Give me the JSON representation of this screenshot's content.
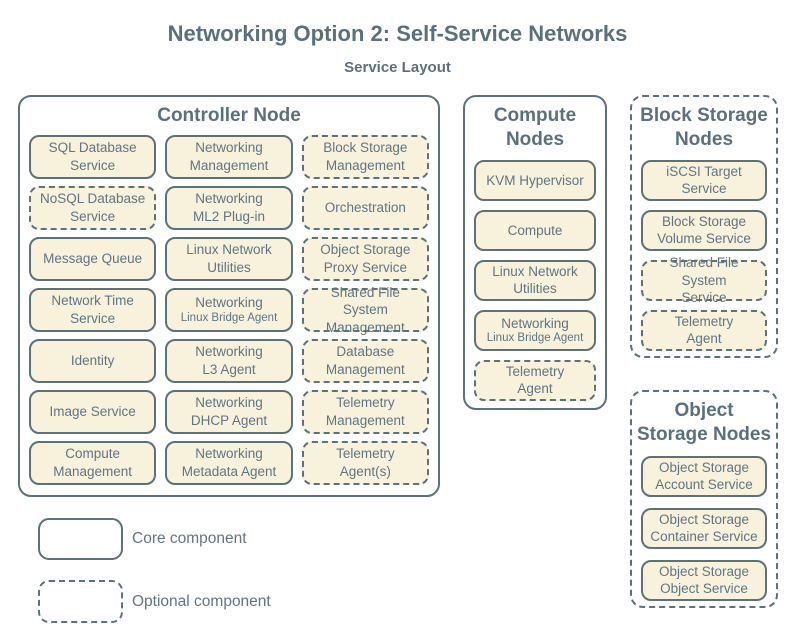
{
  "title": "Networking Option 2: Self-Service Networks",
  "subtitle": "Service Layout",
  "colors": {
    "border": "#5c7278",
    "box_fill": "#f8f1db",
    "text": "#5f7585",
    "heading": "#5b707d",
    "background": "#ffffff"
  },
  "legend": {
    "core_label": "Core component",
    "optional_label": "Optional component"
  },
  "groups": [
    {
      "name": "controller-node",
      "label": "Controller Node",
      "optional": false,
      "columns": 3,
      "services": [
        {
          "label": "SQL Database\nService",
          "optional": false
        },
        {
          "label": "Networking\nManagement",
          "optional": false
        },
        {
          "label": "Block Storage\nManagement",
          "optional": true
        },
        {
          "label": "NoSQL Database\nService",
          "optional": true
        },
        {
          "label": "Networking\nML2 Plug-in",
          "optional": false
        },
        {
          "label": "Orchestration",
          "optional": true
        },
        {
          "label": "Message Queue",
          "optional": false
        },
        {
          "label": "Linux Network\nUtilities",
          "optional": false
        },
        {
          "label": "Object Storage\nProxy Service",
          "optional": true
        },
        {
          "label": "Network Time\nService",
          "optional": false
        },
        {
          "label": "Networking",
          "sublabel": "Linux Bridge Agent",
          "optional": false
        },
        {
          "label": "Shared File System\nManagement",
          "optional": true
        },
        {
          "label": "Identity",
          "optional": false
        },
        {
          "label": "Networking\nL3 Agent",
          "optional": false
        },
        {
          "label": "Database\nManagement",
          "optional": true
        },
        {
          "label": "Image Service",
          "optional": false
        },
        {
          "label": "Networking\nDHCP Agent",
          "optional": false
        },
        {
          "label": "Telemetry\nManagement",
          "optional": true
        },
        {
          "label": "Compute\nManagement",
          "optional": false
        },
        {
          "label": "Networking\nMetadata Agent",
          "optional": false
        },
        {
          "label": "Telemetry\nAgent(s)",
          "optional": true
        }
      ]
    },
    {
      "name": "compute-nodes",
      "label": "Compute\nNodes",
      "optional": false,
      "columns": 1,
      "services": [
        {
          "label": "KVM Hypervisor",
          "optional": false
        },
        {
          "label": "Compute",
          "optional": false
        },
        {
          "label": "Linux Network\nUtilities",
          "optional": false
        },
        {
          "label": "Networking",
          "sublabel": "Linux Bridge Agent",
          "optional": false
        },
        {
          "label": "Telemetry\nAgent",
          "optional": true
        }
      ]
    },
    {
      "name": "block-storage-nodes",
      "label": "Block Storage\nNodes",
      "optional": true,
      "columns": 1,
      "services": [
        {
          "label": "iSCSI Target\nService",
          "optional": false
        },
        {
          "label": "Block Storage\nVolume Service",
          "optional": false
        },
        {
          "label": "Shared File System\nService",
          "optional": true
        },
        {
          "label": "Telemetry\nAgent",
          "optional": true
        }
      ]
    },
    {
      "name": "object-storage-nodes",
      "label": "Object\nStorage Nodes",
      "optional": true,
      "columns": 1,
      "services": [
        {
          "label": "Object Storage\nAccount Service",
          "optional": false
        },
        {
          "label": "Object Storage\nContainer Service",
          "optional": false
        },
        {
          "label": "Object Storage\nObject Service",
          "optional": false
        }
      ]
    }
  ]
}
